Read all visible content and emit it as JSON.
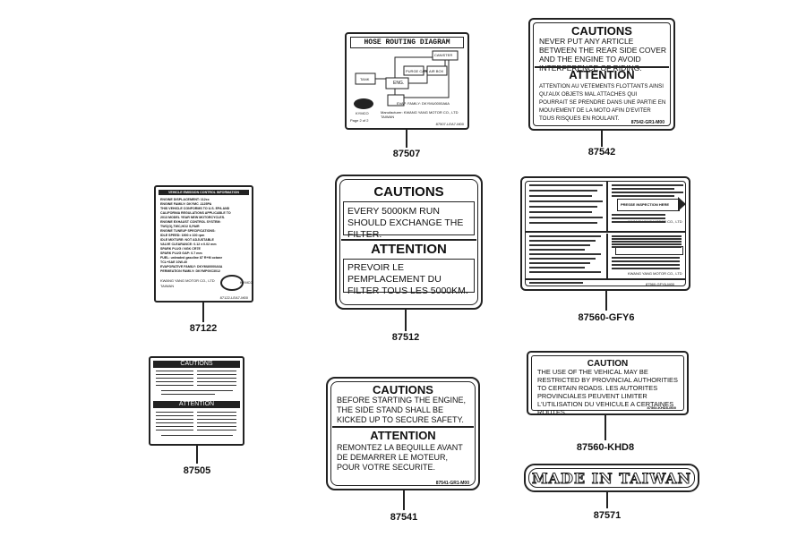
{
  "part_numbers": {
    "p87507": "87507",
    "p87542": "87542",
    "p87122": "87122",
    "p87512": "87512",
    "p87560gfy6": "87560-GFY6",
    "p87505": "87505",
    "p87541": "87541",
    "p87560khd8": "87560-KHD8",
    "p87571": "87571"
  },
  "hose": {
    "title": "HOSE ROUTING DIAGRAM",
    "canister": "CANISTER",
    "tank": "TANK",
    "purge": "PURGE CAN",
    "airbox": "AIR BOX",
    "eng": "ENG.",
    "logo": "KYMCO",
    "family": "EVAP. FAMILY: DKYMU0000A6A",
    "maker": "Manufacturer: KWANG YANG MOTOR CO., LTD TAIWAN",
    "page": "Page 2 of 2",
    "code": "87507-LEA7-M00"
  },
  "c87542": {
    "cautions_title": "CAUTIONS",
    "cautions_text": "NEVER PUT ANY ARTICLE BETWEEN THE REAR SIDE COVER AND THE ENGINE TO AVOID INTERFERENCE OF RIDING.",
    "attention_title": "ATTENTION",
    "attention_text": "ATTENTION AU VETEMENTS FLOTTANTS AINSI QU'AUX OBJETS MAL ATTACHES QUI POURRAIT SE PRENDRE DANS UNE PARTIE EN MOUVEMENT DE LA MOTO AFIN D'EVITER TOUS RISQUES EN ROULANT.",
    "code": "87542-GR1-M00"
  },
  "emission": {
    "title": "VEHICLE EMISSION CONTROL INFORMATION",
    "lines": [
      "ENGINE DISPLACEMENT: 112cc",
      "ENGINE FAMILY: DKYMC .1125PA",
      "THIS VEHICLE CONFORMS TO U.S. EPA AND",
      "CALIFORNIA REGULATIONS APPLICABLE TO",
      "2013 MODEL YEAR NEW MOTORCYCLES.",
      "ENGINE EXHAUST CONTROL SYSTEM:",
      "TWC(O),TWC,HO2 S,PAIR",
      "ENGINE TUNEUP SPECIFICATIONS:",
      "IDLE SPEED: 1900 ± 100 rpm",
      "IDLE MIXTURE: NOT ADJUSTABLE",
      "VALVE CLEARANCE: 0.12 ± 0.02 mm",
      "SPARK PLUG / NGK CR7E",
      "SPARK PLUG GAP: 0.7 mm",
      "FUEL: unleaded gasoline 87 R+M octane",
      "TCL+SAE 10W-40",
      "EVAPORATIVE FAMILY: DKYMU0000A6A",
      "PERMEATION FAMILY: DKYMP00C3012"
    ],
    "maker": "KWANG YANG MOTOR CO., LTD",
    "country": "TAIWAN",
    "logo": "KYMCO",
    "code": "87122-LEA7-M00"
  },
  "c87512": {
    "cautions_title": "CAUTIONS",
    "cautions_text": "EVERY 5000KM RUN SHOULD EXCHANGE THE FILTER.",
    "attention_title": "ATTENTION",
    "attention_text": "PREVOIR LE PEMPLACEMENT DU FILTER TOUS LES 5000KM."
  },
  "gfy6": {
    "arrow_text": "PRESSE INSPECTION HERE",
    "maker": "KWANG YANG MOTOR CO., LTD",
    "code": "87560-GFY6-M00"
  },
  "c87505": {
    "cautions_title": "CAUTIONS",
    "attention_title": "ATTENTION"
  },
  "c87541": {
    "cautions_title": "CAUTIONS",
    "cautions_text": "BEFORE STARTING THE ENGINE, THE SIDE STAND SHALL BE KICKED UP TO SECURE SAFETY.",
    "attention_title": "ATTENTION",
    "attention_text": "REMONTEZ LA BEQUILLE AVANT DE DEMARRER LE MOTEUR, POUR VOTRE SECURITE.",
    "code": "87541-GR1-M00"
  },
  "khd8": {
    "title": "CAUTION",
    "text": "THE USE OF THE VEHICAL MAY BE RESTRICTED BY PROVINCIAL AUTHORITIES TO CERTAIN ROADS. LES AUTORITES PROVINCIALES PEUVENT LIMITER L'UTILISATION DU VEHICULE A CERTAINES ROUTES.",
    "code": "87560-KHD8-M00"
  },
  "taiwan": {
    "text": "MADE IN TAIWAN"
  }
}
